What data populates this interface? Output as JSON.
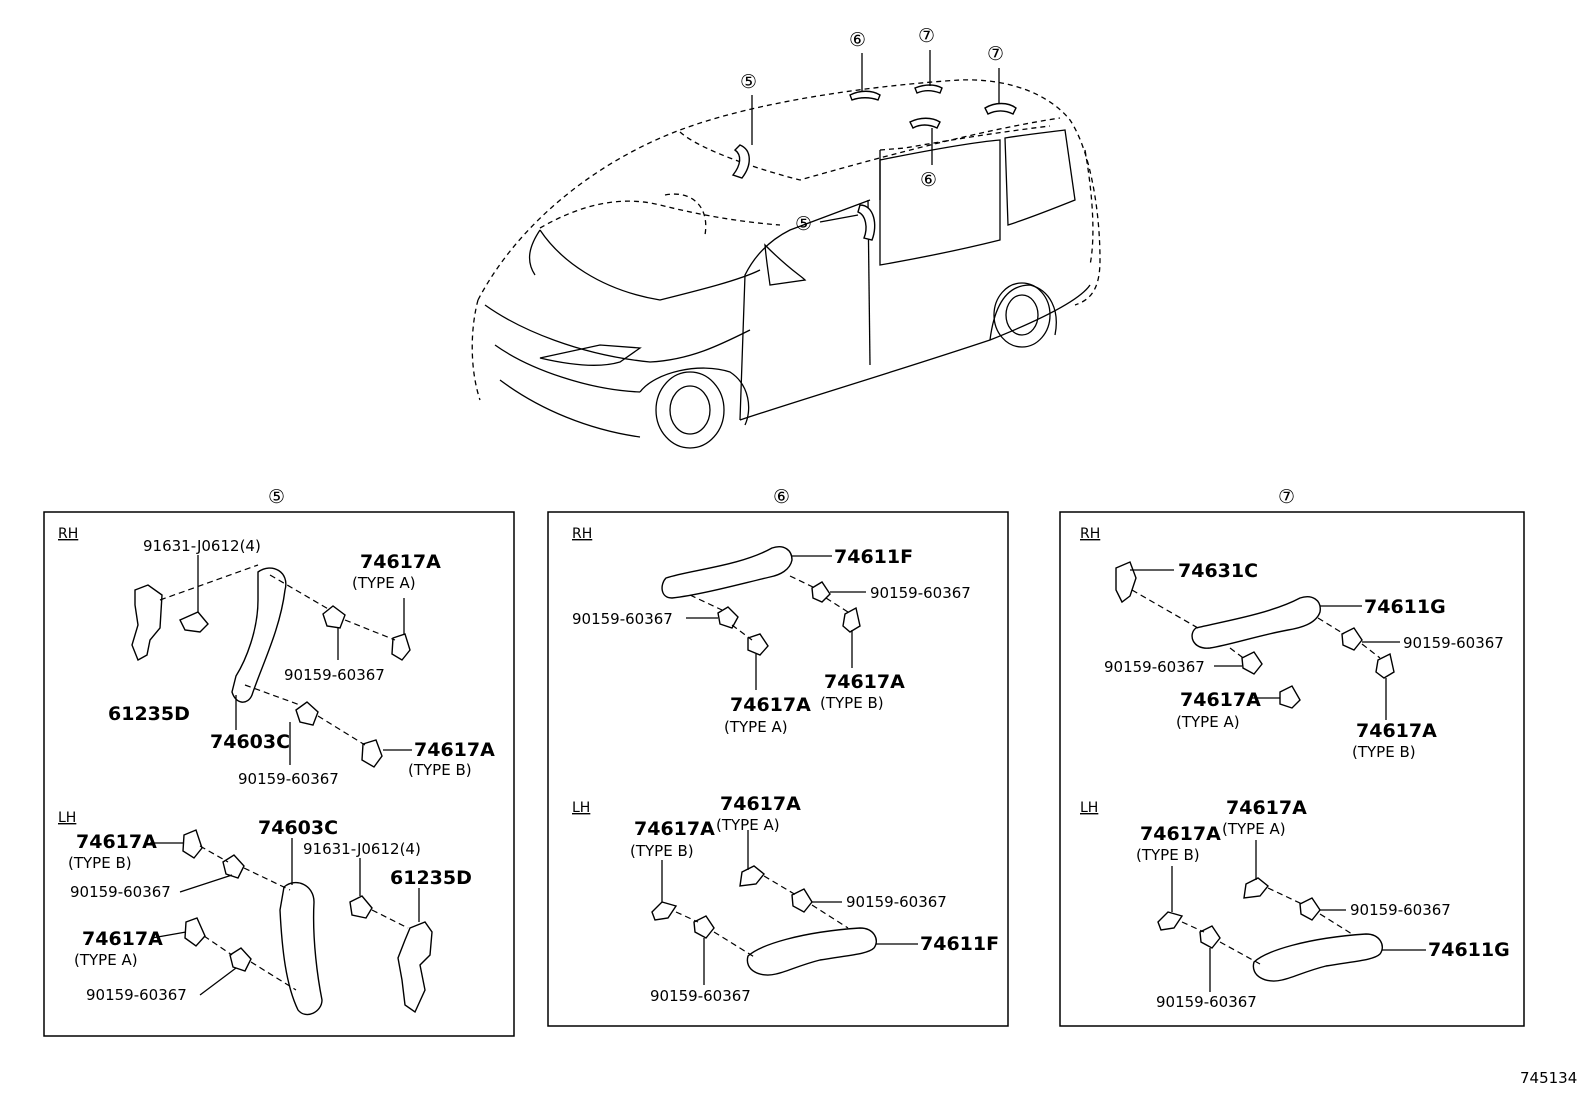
{
  "overview": {
    "callouts": [
      "⑤",
      "⑤",
      "⑥",
      "⑥",
      "⑦",
      "⑦"
    ]
  },
  "panels": [
    {
      "id": "5",
      "title": "⑤",
      "rh": {
        "label": "RH",
        "bracket": "61235D",
        "screw_bolt": "91631-J0612(4)",
        "grip": "74603C",
        "screw_upper": "90159-60367",
        "screw_lower": "90159-60367",
        "cover_a": "74617A",
        "cover_a_type": "(TYPE A)",
        "cover_b": "74617A",
        "cover_b_type": "(TYPE B)"
      },
      "lh": {
        "label": "LH",
        "cover_b": "74617A",
        "cover_b_type": "(TYPE B)",
        "screw_upper": "90159-60367",
        "cover_a": "74617A",
        "cover_a_type": "(TYPE A)",
        "screw_lower": "90159-60367",
        "grip": "74603C",
        "screw_bolt": "91631-J0612(4)",
        "bracket": "61235D"
      }
    },
    {
      "id": "6",
      "title": "⑥",
      "rh": {
        "label": "RH",
        "grip": "74611F",
        "screw_right": "90159-60367",
        "screw_left": "90159-60367",
        "cover_a": "74617A",
        "cover_a_type": "(TYPE A)",
        "cover_b": "74617A",
        "cover_b_type": "(TYPE B)"
      },
      "lh": {
        "label": "LH",
        "cover_a": "74617A",
        "cover_a_type": "(TYPE A)",
        "cover_b": "74617A",
        "cover_b_type": "(TYPE B)",
        "screw_right": "90159-60367",
        "screw_left": "90159-60367",
        "grip": "74611F"
      }
    },
    {
      "id": "7",
      "title": "⑦",
      "rh": {
        "label": "RH",
        "hook": "74631C",
        "grip": "74611G",
        "screw_right": "90159-60367",
        "screw_left": "90159-60367",
        "cover_a": "74617A",
        "cover_a_type": "(TYPE A)",
        "cover_b": "74617A",
        "cover_b_type": "(TYPE B)"
      },
      "lh": {
        "label": "LH",
        "cover_a": "74617A",
        "cover_a_type": "(TYPE A)",
        "cover_b": "74617A",
        "cover_b_type": "(TYPE B)",
        "screw_right": "90159-60367",
        "screw_left": "90159-60367",
        "grip": "74611G"
      }
    }
  ],
  "figure_number": "745134"
}
